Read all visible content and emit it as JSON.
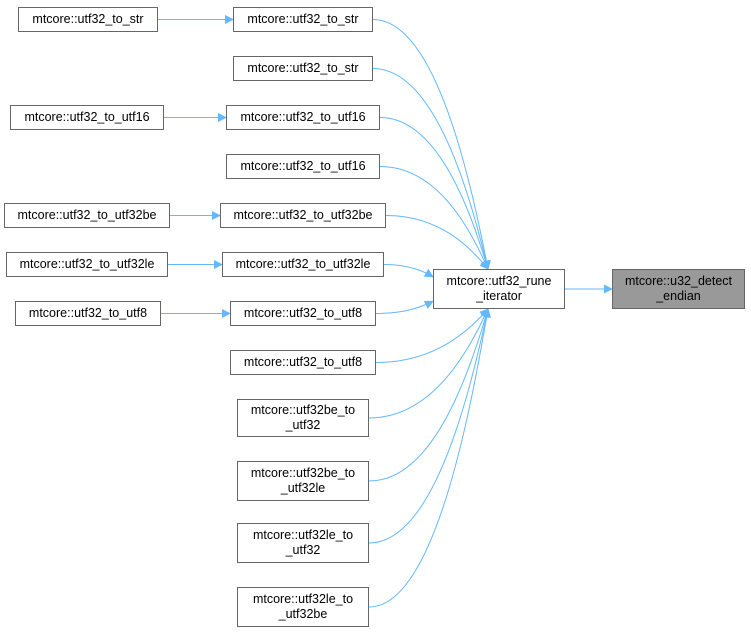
{
  "colors": {
    "edge": "#63b8ff",
    "node_border": "#666666",
    "node_fill": "#ffffff",
    "target_fill": "#999999"
  },
  "nodes": {
    "u32_detect_endian": {
      "line1": "mtcore::u32_detect",
      "line2": "_endian"
    },
    "utf32_rune_iterator": {
      "line1": "mtcore::utf32_rune",
      "line2": "_iterator"
    },
    "utf32_to_str_a": "mtcore::utf32_to_str",
    "utf32_to_str_b": "mtcore::utf32_to_str",
    "utf32_to_utf16_a": "mtcore::utf32_to_utf16",
    "utf32_to_utf16_b": "mtcore::utf32_to_utf16",
    "utf32_to_utf32be": "mtcore::utf32_to_utf32be",
    "utf32_to_utf32le": "mtcore::utf32_to_utf32le",
    "utf32_to_utf8_a": "mtcore::utf32_to_utf8",
    "utf32_to_utf8_b": "mtcore::utf32_to_utf8",
    "utf32be_to_utf32": {
      "line1": "mtcore::utf32be_to",
      "line2": "_utf32"
    },
    "utf32be_to_utf32le": {
      "line1": "mtcore::utf32be_to",
      "line2": "_utf32le"
    },
    "utf32le_to_utf32": {
      "line1": "mtcore::utf32le_to",
      "line2": "_utf32"
    },
    "utf32le_to_utf32be": {
      "line1": "mtcore::utf32le_to",
      "line2": "_utf32be"
    },
    "caller_utf32_to_str": "mtcore::utf32_to_str",
    "caller_utf32_to_utf16": "mtcore::utf32_to_utf16",
    "caller_utf32_to_utf32be": "mtcore::utf32_to_utf32be",
    "caller_utf32_to_utf32le": "mtcore::utf32_to_utf32le",
    "caller_utf32_to_utf8": "mtcore::utf32_to_utf8"
  },
  "edges": [
    {
      "from": "caller_utf32_to_str",
      "to": "utf32_to_str_a"
    },
    {
      "from": "caller_utf32_to_utf16",
      "to": "utf32_to_utf16_a"
    },
    {
      "from": "caller_utf32_to_utf32be",
      "to": "utf32_to_utf32be"
    },
    {
      "from": "caller_utf32_to_utf32le",
      "to": "utf32_to_utf32le"
    },
    {
      "from": "caller_utf32_to_utf8",
      "to": "utf32_to_utf8_a"
    },
    {
      "from": "utf32_to_str_a",
      "to": "utf32_rune_iterator"
    },
    {
      "from": "utf32_to_str_b",
      "to": "utf32_rune_iterator"
    },
    {
      "from": "utf32_to_utf16_a",
      "to": "utf32_rune_iterator"
    },
    {
      "from": "utf32_to_utf16_b",
      "to": "utf32_rune_iterator"
    },
    {
      "from": "utf32_to_utf32be",
      "to": "utf32_rune_iterator"
    },
    {
      "from": "utf32_to_utf32le",
      "to": "utf32_rune_iterator"
    },
    {
      "from": "utf32_to_utf8_a",
      "to": "utf32_rune_iterator"
    },
    {
      "from": "utf32_to_utf8_b",
      "to": "utf32_rune_iterator"
    },
    {
      "from": "utf32be_to_utf32",
      "to": "utf32_rune_iterator"
    },
    {
      "from": "utf32be_to_utf32le",
      "to": "utf32_rune_iterator"
    },
    {
      "from": "utf32le_to_utf32",
      "to": "utf32_rune_iterator"
    },
    {
      "from": "utf32le_to_utf32be",
      "to": "utf32_rune_iterator"
    },
    {
      "from": "utf32_rune_iterator",
      "to": "u32_detect_endian"
    }
  ]
}
